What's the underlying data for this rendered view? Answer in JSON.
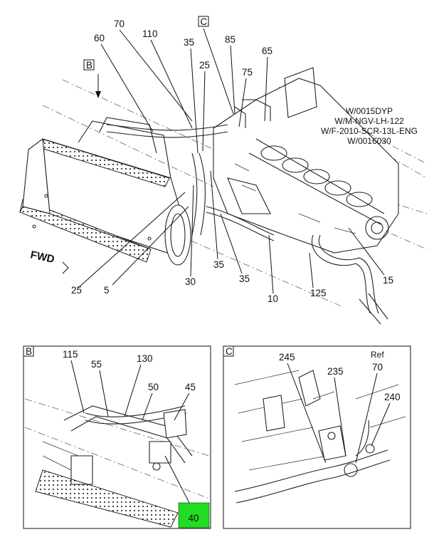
{
  "main_view": {
    "view_label_b": "B",
    "view_label_c": "C",
    "fwd_label": "FWD",
    "notes": [
      "W/0015DYP",
      "W/M-NGV-LH-122",
      "W/F-2010-SCR-13L-ENG",
      "W/0016030"
    ],
    "callouts": [
      "70",
      "110",
      "60",
      "35",
      "85",
      "65",
      "25",
      "75",
      "35",
      "30",
      "35",
      "10",
      "125",
      "15",
      "5",
      "25"
    ]
  },
  "detail_b": {
    "label": "B",
    "callouts": [
      "115",
      "55",
      "130",
      "50",
      "45"
    ],
    "highlighted_callout": "40",
    "highlight_color": "#22dd22"
  },
  "detail_c": {
    "label": "C",
    "callouts": [
      "245",
      "235",
      "Ref",
      "70",
      "240"
    ]
  }
}
